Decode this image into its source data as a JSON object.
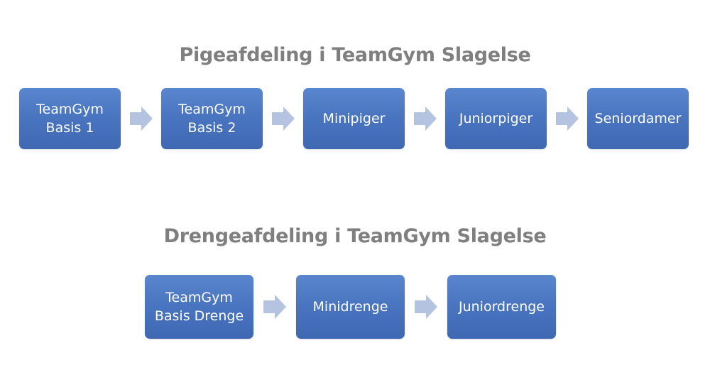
{
  "colors": {
    "box_fill": "#4a75c0",
    "box_text": "#ffffff",
    "arrow_fill": "#b4c3e0",
    "heading_text": "#7f7f7f"
  },
  "girls": {
    "title": "Pigeafdeling i TeamGym Slagelse",
    "steps": [
      "TeamGym\nBasis 1",
      "TeamGym\nBasis 2",
      "Minipiger",
      "Juniorpiger",
      "Seniordamer"
    ]
  },
  "boys": {
    "title": "Drengeafdeling i TeamGym Slagelse",
    "steps": [
      "TeamGym\nBasis Drenge",
      "Minidrenge",
      "Juniordrenge"
    ]
  }
}
